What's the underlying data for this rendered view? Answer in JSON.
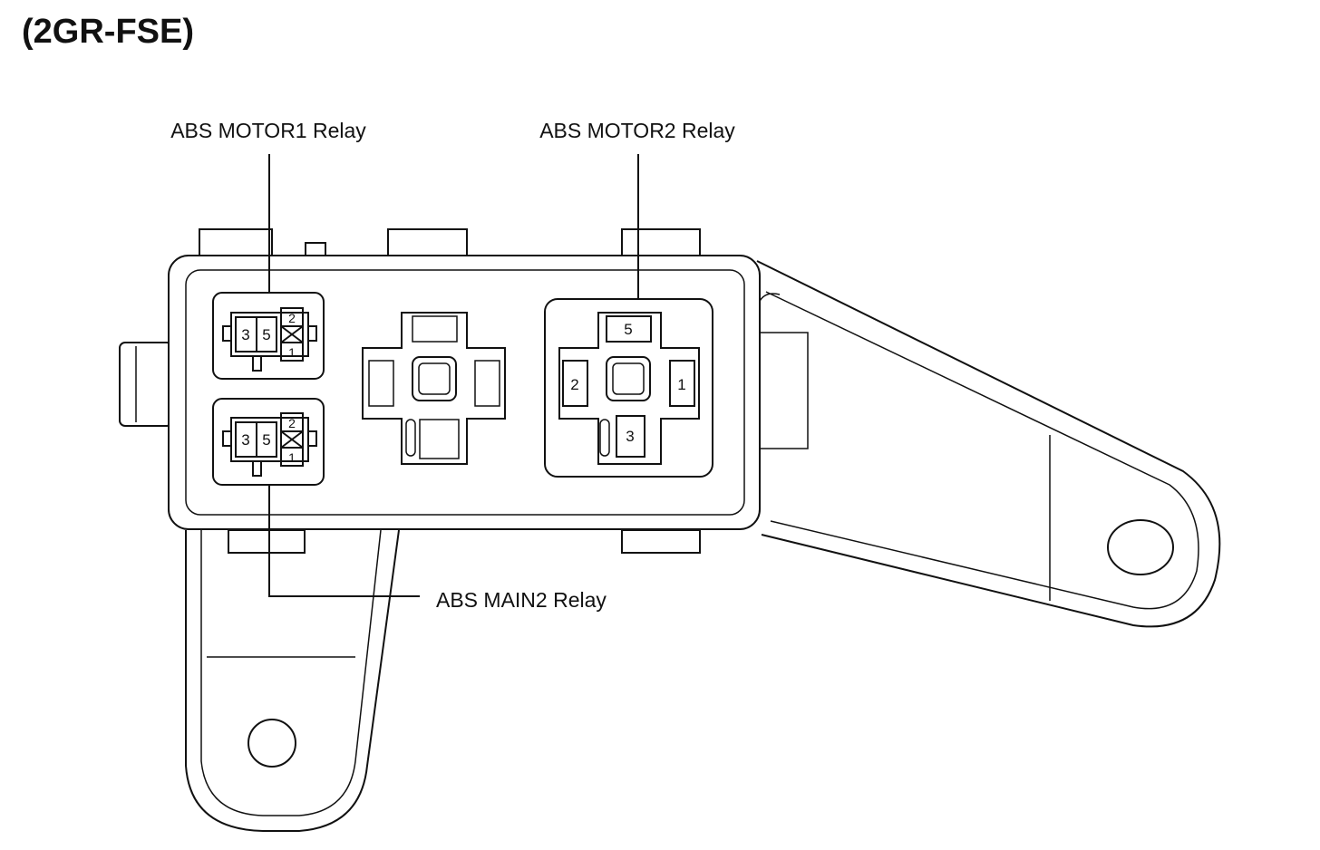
{
  "title": "(2GR-FSE)",
  "labels": {
    "motor1_relay": "ABS MOTOR1 Relay",
    "motor2_relay": "ABS MOTOR2 Relay",
    "main2_relay": "ABS MAIN2 Relay"
  },
  "motor1_pins": {
    "p3": "3",
    "p5": "5",
    "p2": "2",
    "p1": "1"
  },
  "main2_pins": {
    "p3": "3",
    "p5": "5",
    "p2": "2",
    "p1": "1"
  },
  "motor2_pins": {
    "p5": "5",
    "p2": "2",
    "p1": "1",
    "p3": "3"
  }
}
